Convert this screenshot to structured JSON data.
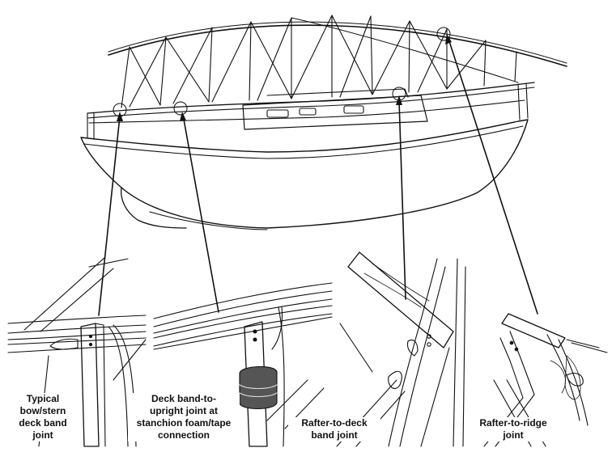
{
  "labels": {
    "bow_stern": [
      "Typical",
      "bow/stern",
      "deck band",
      "joint"
    ],
    "deck_upright": [
      "Deck band-to-",
      "upright joint at",
      "stanchion foam/tape",
      "connection"
    ],
    "rafter_deck": [
      "Rafter-to-deck",
      "band joint"
    ],
    "rafter_ridge": [
      "Rafter-to-ridge",
      "joint"
    ]
  }
}
